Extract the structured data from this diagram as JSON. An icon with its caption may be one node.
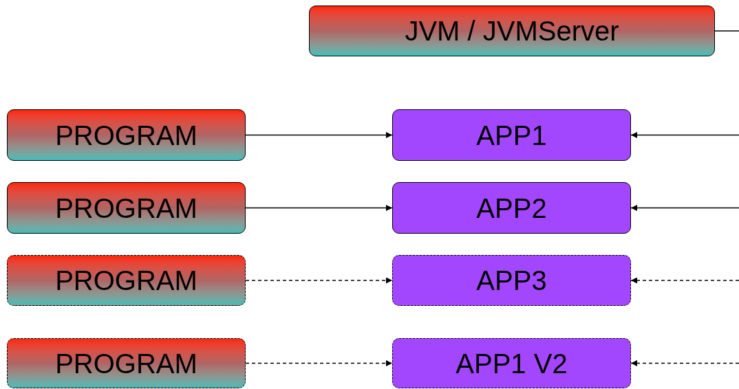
{
  "diagram": {
    "nodes": [
      {
        "text": [
          "JVM / JVMServer"
        ]
      },
      {
        "text": [
          "PROGRAM"
        ]
      },
      {
        "text": [
          "APP1"
        ]
      },
      {
        "text": [
          "PROGRAM"
        ]
      },
      {
        "text": [
          "APP2"
        ]
      },
      {
        "text": [
          "PROGRAM"
        ]
      },
      {
        "text": [
          "APP3"
        ]
      },
      {
        "text": [
          "PROGRAM"
        ]
      },
      {
        "text": [
          "APP1 V2"
        ]
      }
    ],
    "edges": [
      {
        "from": 0,
        "to": null,
        "arrow": "none"
      },
      {
        "from": 1,
        "to": 2,
        "arrow": "to"
      },
      {
        "from": 3,
        "to": 4,
        "arrow": "to"
      },
      {
        "from": 5,
        "to": 6,
        "arrow": "to",
        "style": "dashed"
      },
      {
        "from": 7,
        "to": 8,
        "arrow": "to",
        "style": "dashed"
      },
      {
        "from": null,
        "to": 2,
        "arrow": "to"
      },
      {
        "from": null,
        "to": 4,
        "arrow": "to"
      },
      {
        "from": null,
        "to": 6,
        "arrow": "to",
        "style": "dashed"
      },
      {
        "from": null,
        "to": 8,
        "arrow": "to",
        "style": "dashed"
      }
    ]
  }
}
